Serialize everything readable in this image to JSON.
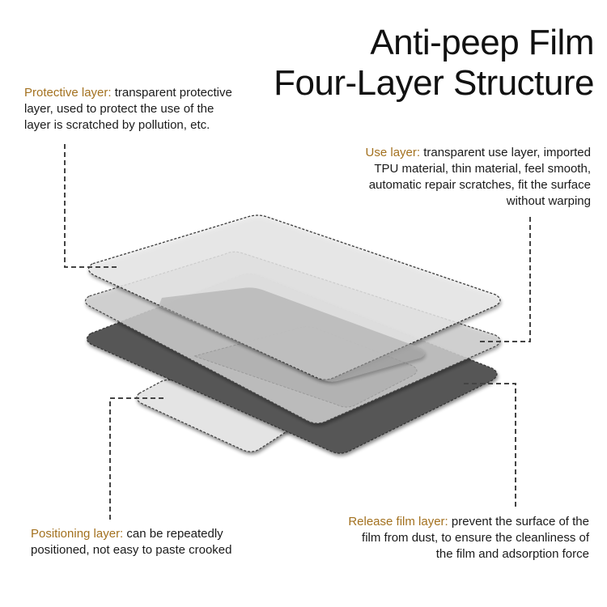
{
  "title": {
    "line1": "Anti-peep Film",
    "line2": "Four-Layer Structure"
  },
  "colors": {
    "label_accent": "#a3711f",
    "text": "#1a1a1a",
    "layer_light": "#e6e6e6",
    "layer_mid": "#c9c9c9",
    "layer_dark": "#555555",
    "leader_line": "#444444"
  },
  "callouts": {
    "protective": {
      "label": "Protective layer:",
      "line1": " transparent protective",
      "line2": "layer, used to protect the use of the",
      "line3": "layer is scratched by pollution, etc."
    },
    "use": {
      "label": "Use layer:",
      "line1": " transparent use layer, imported",
      "line2": "TPU material, thin material, feel smooth,",
      "line3": "automatic repair scratches, fit the surface",
      "line4": "without warping"
    },
    "positioning": {
      "label": "Positioning layer:",
      "line1": " can be repeatedly",
      "line2": "positioned, not easy to paste crooked"
    },
    "release": {
      "label": "Release film layer:",
      "line1": " prevent the surface of the",
      "line2": "film from dust, to ensure the cleanliness of",
      "line3": "the film and adsorption force"
    }
  },
  "layers": [
    {
      "name": "Protective layer",
      "shade": "light"
    },
    {
      "name": "Use layer",
      "shade": "mid"
    },
    {
      "name": "Release film layer",
      "shade": "dark"
    },
    {
      "name": "Positioning layer",
      "shade": "light"
    }
  ]
}
